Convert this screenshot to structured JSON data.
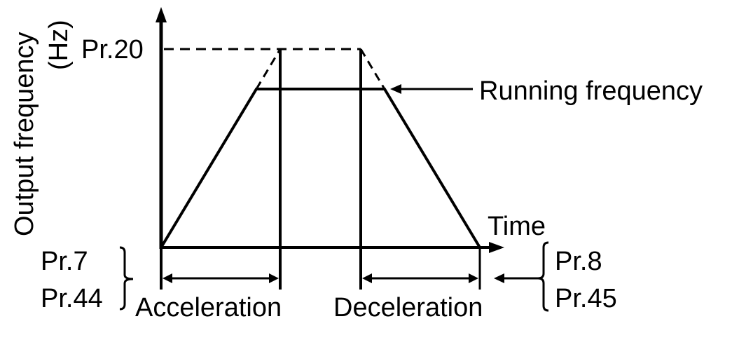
{
  "diagram": {
    "y_axis_label": "Output frequency",
    "y_axis_unit": "(Hz)",
    "x_axis_label": "Time",
    "max_freq_label": "Pr.20",
    "running_freq_label": "Running frequency",
    "accel": {
      "label": "Acceleration",
      "params": [
        "Pr.7",
        "Pr.44"
      ]
    },
    "decel": {
      "label": "Deceleration",
      "params": [
        "Pr.8",
        "Pr.45"
      ]
    },
    "colors": {
      "line": "#000000",
      "background": "#ffffff"
    }
  }
}
